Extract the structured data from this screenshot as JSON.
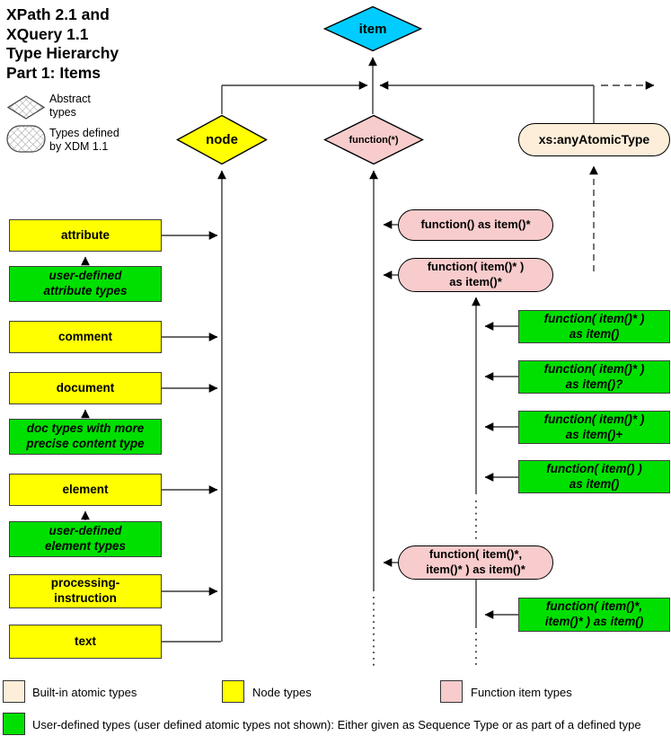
{
  "title": "XPath 2.1 and\nXQuery 1.1\nType Hierarchy\nPart 1: Items",
  "legend_top": {
    "abstract_shape": "crosshatched-diamond",
    "abstract_label": "Abstract\ntypes",
    "xdm_shape": "crosshatched-stadium",
    "xdm_label": "Types defined\nby XDM 1.1"
  },
  "hierarchy": {
    "item": "item",
    "node": "node",
    "function_star": "function(*)",
    "any_atomic_type": "xs:anyAtomicType"
  },
  "left_column": [
    {
      "label": "attribute",
      "kind": "node-type"
    },
    {
      "label": "user-defined\nattribute types",
      "kind": "user-defined-type"
    },
    {
      "label": "comment",
      "kind": "node-type"
    },
    {
      "label": "document",
      "kind": "node-type"
    },
    {
      "label": "doc types with more\nprecise content type",
      "kind": "user-defined-type"
    },
    {
      "label": "element",
      "kind": "node-type"
    },
    {
      "label": "user-defined\nelement types",
      "kind": "user-defined-type"
    },
    {
      "label": "processing-\ninstruction",
      "kind": "node-type"
    },
    {
      "label": "text",
      "kind": "node-type"
    }
  ],
  "function_items": [
    {
      "label": "function() as item()*"
    },
    {
      "label": "function( item()* )\nas item()*"
    },
    {
      "label": "function( item()*,\nitem()* ) as item()*"
    }
  ],
  "user_defined_functions": [
    {
      "label": "function( item()* )\nas item()"
    },
    {
      "label": "function( item()* )\nas item()?"
    },
    {
      "label": "function( item()* )\nas item()+"
    },
    {
      "label": "function( item() )\nas item()"
    },
    {
      "label": "function( item()*,\nitem()* ) as item()"
    }
  ],
  "legend_bottom": {
    "built_in": "Built-in atomic types",
    "node": "Node types",
    "function": "Function item types",
    "user_defined": "User-defined types (user defined atomic types not shown):  Either given as Sequence Type or as part of a defined type"
  },
  "colors": {
    "item_cyan": "#00CCFF",
    "node_yellow": "#FFFF00",
    "function_pink": "#F8CCCC",
    "atomic_cream": "#FCEED9",
    "user_defined_green": "#00E000"
  }
}
